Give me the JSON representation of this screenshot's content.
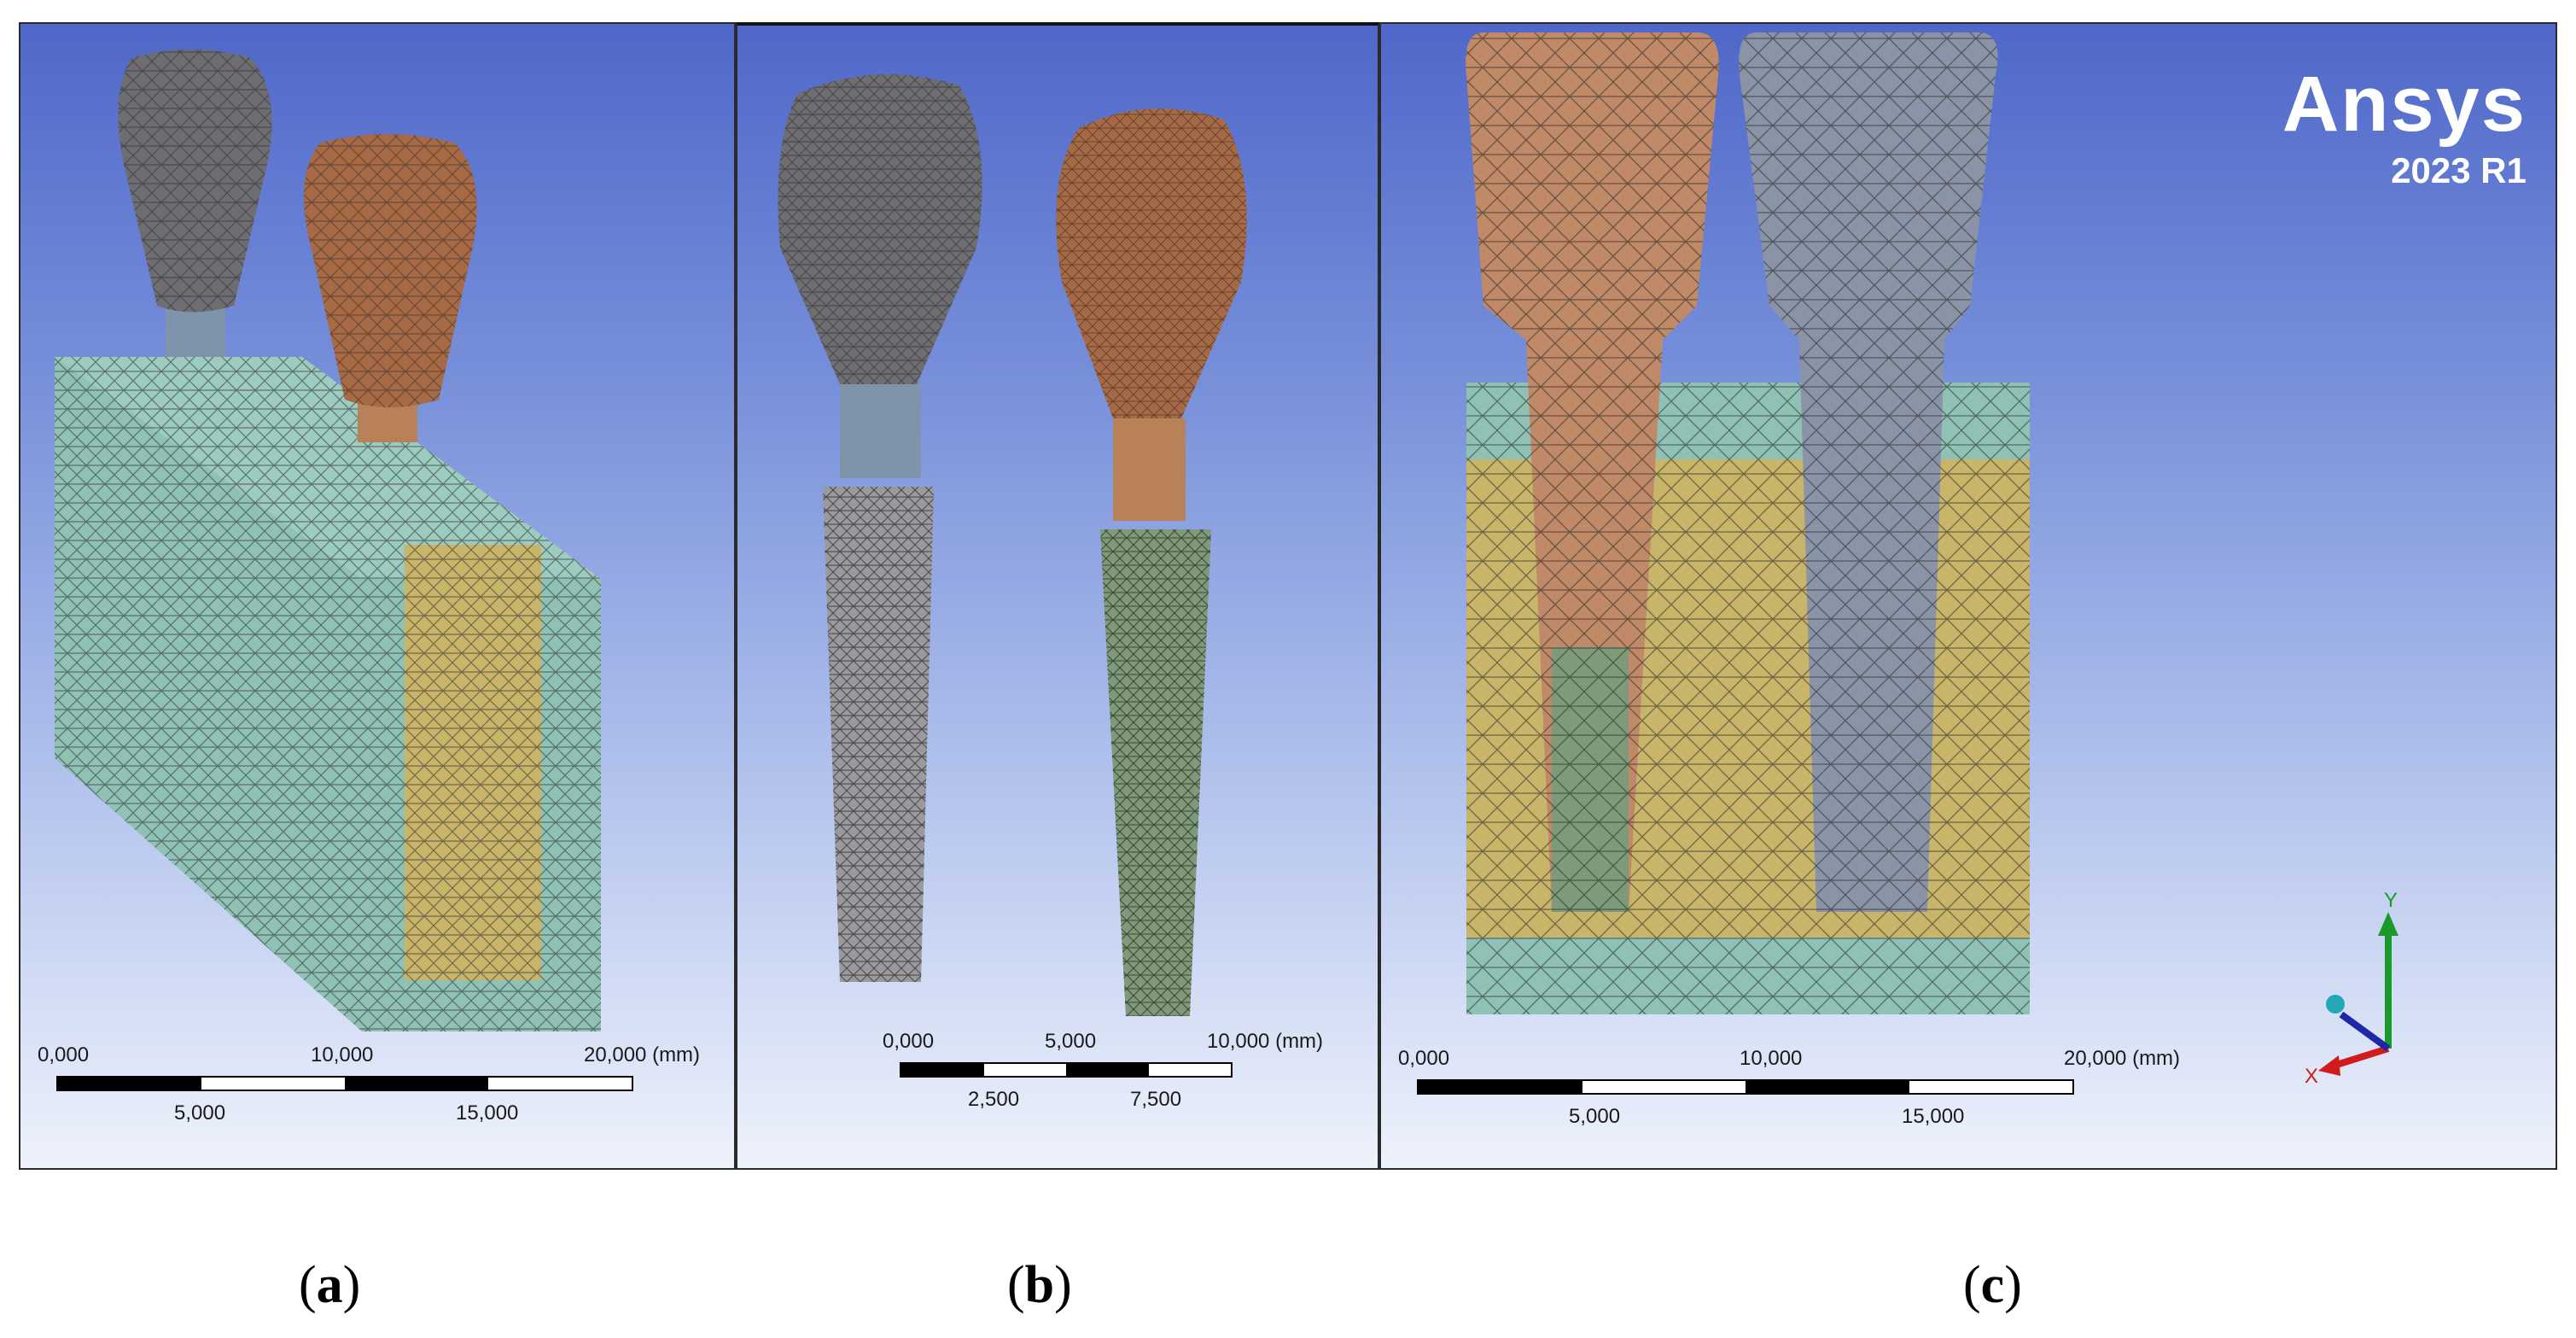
{
  "panels": {
    "a": {
      "scale": {
        "top_labels": [
          "0,000",
          "10,000",
          "20,000 (mm)"
        ],
        "bottom_labels": [
          "5,000",
          "15,000"
        ]
      },
      "caption": "a"
    },
    "b": {
      "scale": {
        "top_labels": [
          "0,000",
          "5,000",
          "10,000 (mm)"
        ],
        "bottom_labels": [
          "2,500",
          "7,500"
        ]
      },
      "caption": "b"
    },
    "c": {
      "scale": {
        "top_labels": [
          "0,000",
          "10,000",
          "20,000 (mm)"
        ],
        "bottom_labels": [
          "5,000",
          "15,000"
        ]
      },
      "caption": "c",
      "logo": {
        "brand": "Ansys",
        "version": "2023 R1"
      },
      "triad": {
        "y_label": "Y",
        "x_label": "X"
      }
    }
  },
  "colors": {
    "background_top": "#4f68c9",
    "background_bottom": "#eef2fb",
    "bone_cortical": "#8fc1b5",
    "bone_cancellous": "#c8b56a",
    "crown_grey": "#6d6d72",
    "crown_copper": "#a86a45",
    "implant_green": "#7f9a78",
    "abutment_blue": "#7f94aa"
  }
}
